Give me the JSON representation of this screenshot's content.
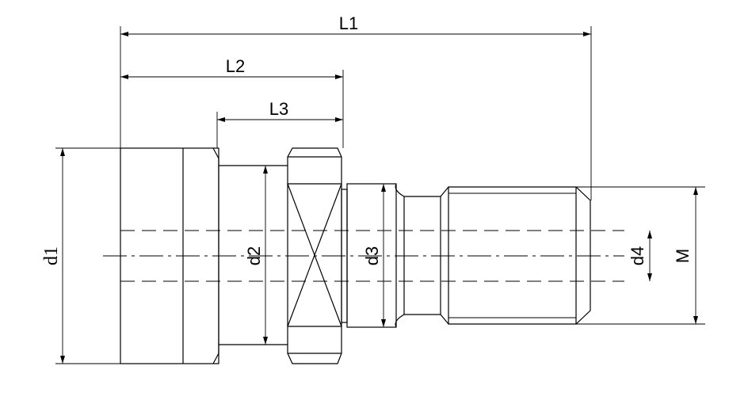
{
  "dimensions": {
    "L1": "L1",
    "L2": "L2",
    "L3": "L3",
    "d1": "d1",
    "d2": "d2",
    "d3": "d3",
    "d4": "d4",
    "M": "M"
  },
  "colors": {
    "line": "#000000",
    "background": "#ffffff"
  }
}
